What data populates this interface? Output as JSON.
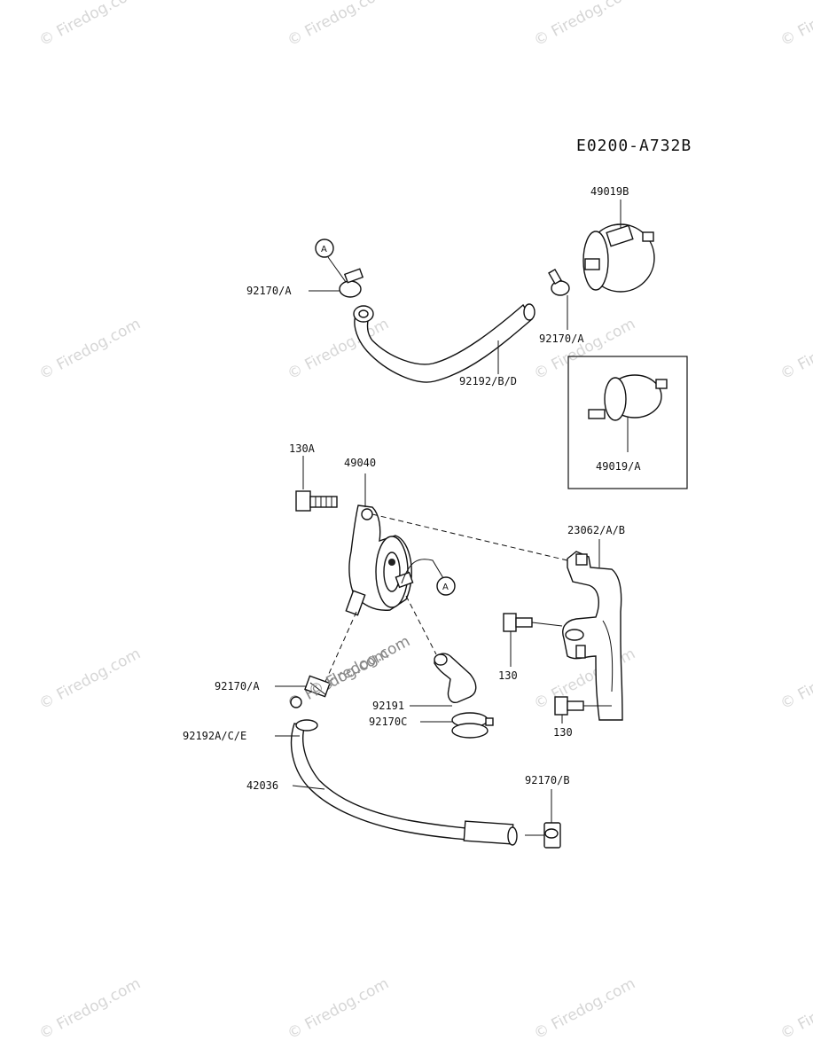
{
  "diagram_code": "E0200-A732B",
  "watermark": "© Firedog.com",
  "ref_marker": "A",
  "labels": {
    "filter_b": "49019B",
    "clamp_a_left": "92170/A",
    "clamp_a_right": "92170/A",
    "hose_top": "92192/B/D",
    "filter_a": "49019/A",
    "bolt_130a": "130A",
    "pump": "49040",
    "bracket": "23062/A/B",
    "bolt_130_upper": "130",
    "bolt_130_lower": "130",
    "clamp_a_bottom": "92170/A",
    "elbow": "92191",
    "clamp_c": "92170C",
    "hose_bottom": "92192A/C/E",
    "hose_long": "42036",
    "clamp_b": "92170/B"
  }
}
